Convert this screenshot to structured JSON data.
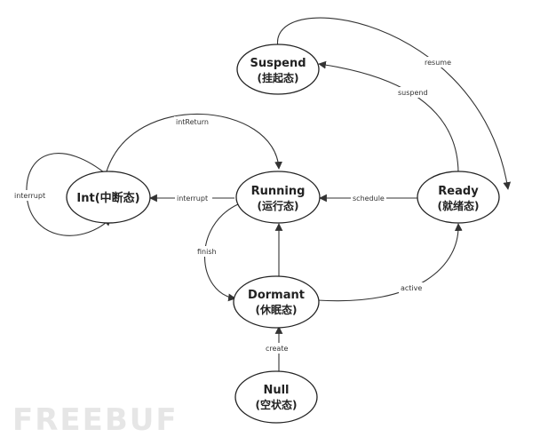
{
  "states": {
    "suspend": {
      "title": "Suspend",
      "sub": "(挂起态)"
    },
    "int": {
      "title": "Int(中断态)"
    },
    "running": {
      "title": "Running",
      "sub": "(运行态)"
    },
    "ready": {
      "title": "Ready",
      "sub": "(就绪态)"
    },
    "dormant": {
      "title": "Dormant",
      "sub": "(休眠态)"
    },
    "null": {
      "title": "Null",
      "sub": "(空状态)"
    }
  },
  "transitions": {
    "resume": "resume",
    "suspend": "suspend",
    "intReturn": "intReturn",
    "interrupt_self": "interrupt",
    "interrupt": "interrupt",
    "schedule": "schedule",
    "finish": "finish",
    "active": "active",
    "create": "create"
  },
  "watermark": "FREEBUF",
  "colors": {
    "stroke": "#222222",
    "watermark": "#e6e6e6"
  }
}
